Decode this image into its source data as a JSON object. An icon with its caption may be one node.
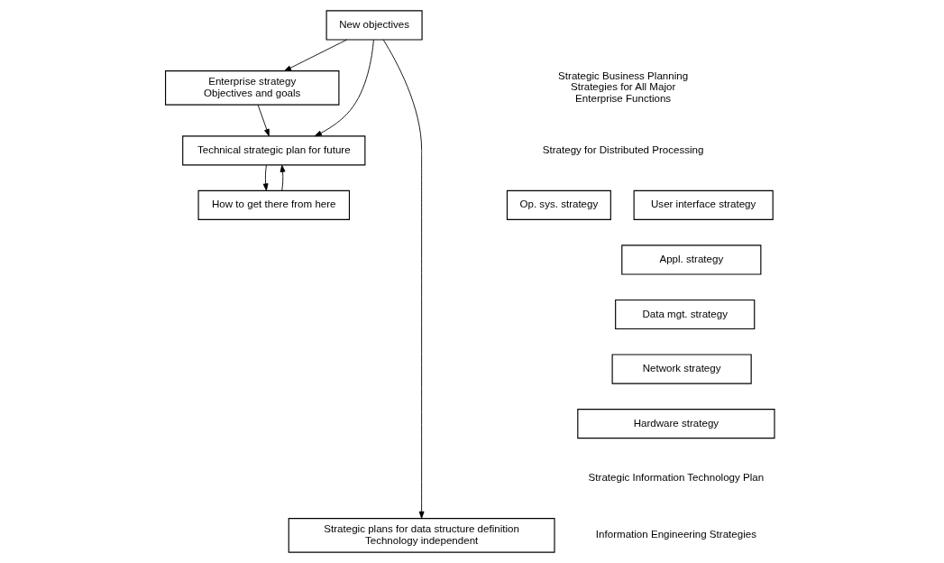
{
  "diagram": {
    "nodes": [
      {
        "text": [
          "New objectives"
        ]
      },
      {
        "text": [
          "Enterprise strategy",
          "Objectives and goals"
        ]
      },
      {
        "text": [
          "Technical strategic plan for future"
        ]
      },
      {
        "text": [
          "How to get there from here"
        ]
      },
      {
        "text": [
          "Hardware strategy"
        ]
      },
      {
        "text": [
          "Op. sys. strategy"
        ]
      },
      {
        "text": [
          "User interface strategy"
        ]
      },
      {
        "text": [
          "Appl. strategy"
        ]
      },
      {
        "text": [
          "Data mgt. strategy"
        ]
      },
      {
        "text": [
          "Network strategy"
        ]
      },
      {
        "text": [
          "Strategic plans for data structure definition",
          "Technology independent"
        ]
      }
    ],
    "edges": [
      {
        "from": 0,
        "to": 1,
        "arrow": "to"
      },
      {
        "from": 0,
        "to": 2,
        "arrow": "to"
      },
      {
        "from": 0,
        "to": 10,
        "arrow": "to"
      },
      {
        "from": 1,
        "to": 2,
        "arrow": "to"
      },
      {
        "from": 2,
        "to": 3,
        "arrow": "to"
      },
      {
        "from": 3,
        "to": 2,
        "arrow": "to"
      }
    ],
    "labels": [
      "Strategic Business Planning Strategies for All Major Enterprise Functions",
      "Strategy for Distributed Processing",
      "Strategic Information Technology Plan",
      "Information Engineering Strategies"
    ]
  }
}
